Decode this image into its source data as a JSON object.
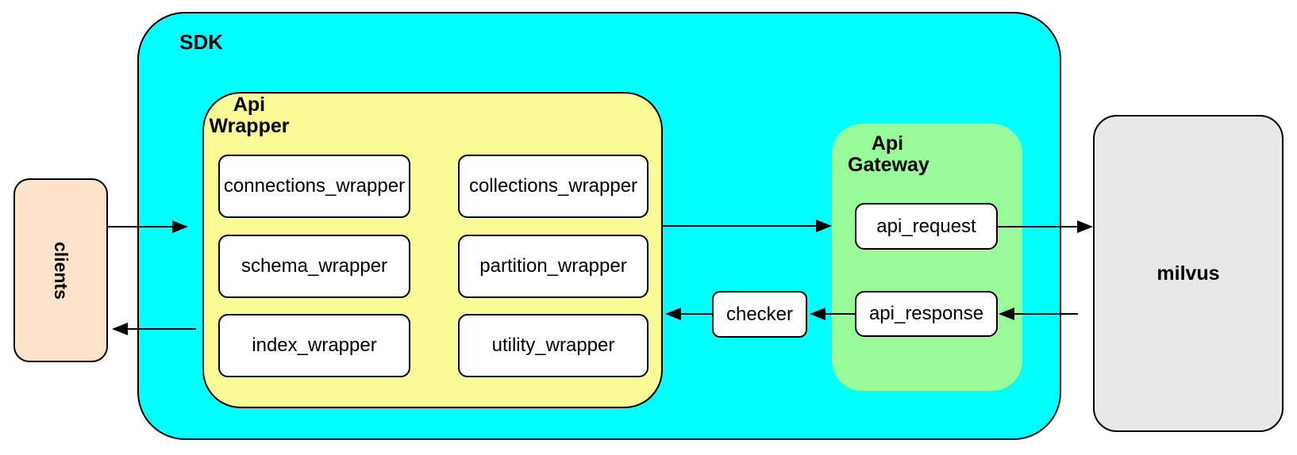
{
  "colors": {
    "canvas_bg": "#FFFFFF",
    "sdk_fill": "#00FFFF",
    "api_wrapper_fill": "#FAFA96",
    "api_gateway_fill": "#98FA98",
    "clients_fill": "#FCE3C9",
    "milvus_fill": "#E8E8E8",
    "node_fill": "#FFFFFF",
    "line": "#000000"
  },
  "nodes": {
    "clients": "clients",
    "sdk": "SDK",
    "api_wrapper": "Api\nWrapper",
    "modules": [
      "connections_wrapper",
      "collections_wrapper",
      "schema_wrapper",
      "partition_wrapper",
      "index_wrapper",
      "utility_wrapper"
    ],
    "checker": "checker",
    "api_gateway": "Api\nGateway",
    "api_request": "api_request",
    "api_response": "api_response",
    "milvus": "milvus"
  }
}
